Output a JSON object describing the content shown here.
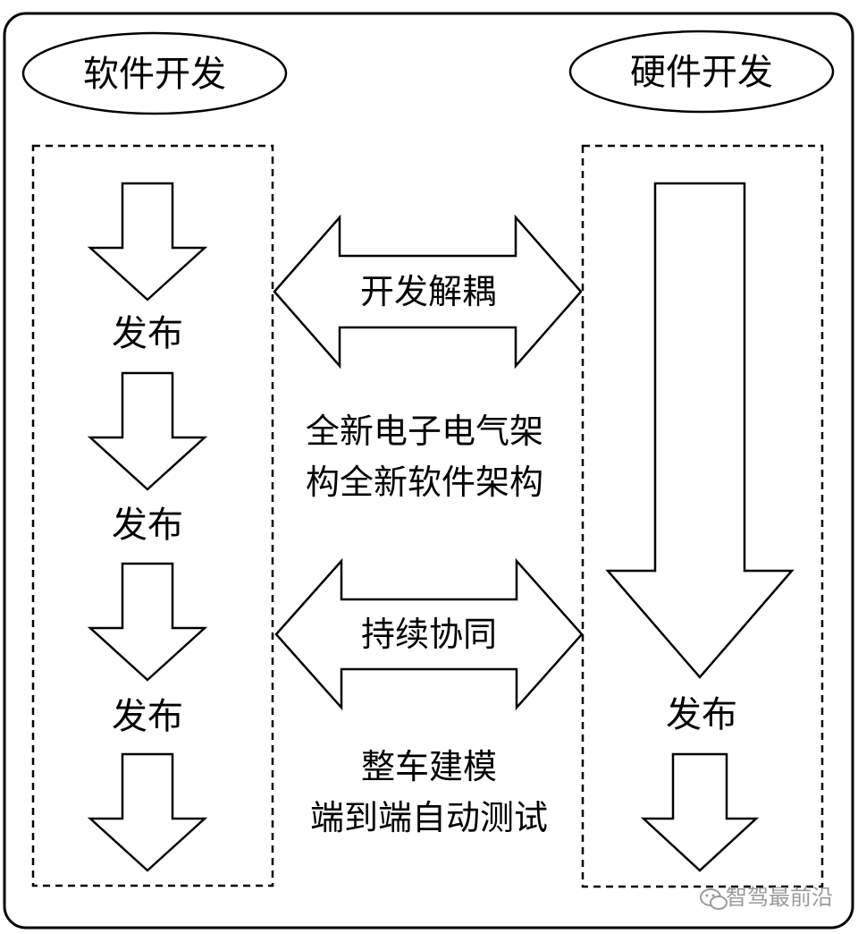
{
  "software": {
    "title": "软件开发",
    "release_labels": [
      "发布",
      "发布",
      "发布"
    ]
  },
  "hardware": {
    "title": "硬件开发",
    "release_label": "发布"
  },
  "middle": {
    "arrow_top_label": "开发解耦",
    "architecture_lines": [
      "全新电子电气架",
      "构全新软件架构"
    ],
    "arrow_bottom_label": "持续协同",
    "testing_lines": [
      "整车建模",
      "端到端自动测试"
    ]
  },
  "watermark": {
    "text": "智驾最前沿",
    "icon": "wechat-icon"
  }
}
